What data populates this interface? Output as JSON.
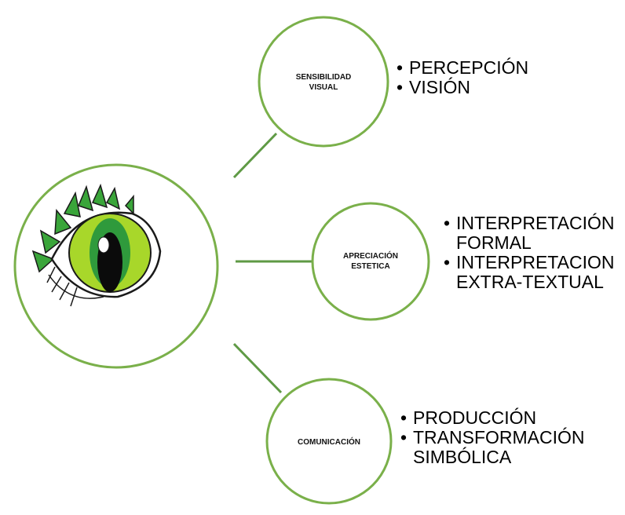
{
  "colors": {
    "circle_stroke": "#7ab04a",
    "connector": "#5f9a45",
    "eye_iris": "#a8d72a",
    "eye_iris_inner": "#2f9a3c",
    "eye_lashes": "#3aa53a"
  },
  "center": {
    "icon": "eye-icon"
  },
  "nodes": [
    {
      "id": "sensibilidad",
      "label_lines": [
        "SENSIBILIDAD",
        "VISUAL"
      ],
      "items": [
        {
          "lines": [
            "PERCEPCIÓN"
          ]
        },
        {
          "lines": [
            "VISIÓN"
          ]
        }
      ]
    },
    {
      "id": "apreciacion",
      "label_lines": [
        "APRECIACIÓN",
        "ESTETICA"
      ],
      "items": [
        {
          "lines": [
            "INTERPRETACIÓN",
            "FORMAL"
          ]
        },
        {
          "lines": [
            "INTERPRETACION",
            "EXTRA-TEXTUAL"
          ]
        }
      ]
    },
    {
      "id": "comunicacion",
      "label_lines": [
        "COMUNICACIÓN"
      ],
      "items": [
        {
          "lines": [
            "PRODUCCIÓN"
          ]
        },
        {
          "lines": [
            "TRANSFORMACIÓN",
            "SIMBÓLICA"
          ]
        }
      ]
    }
  ]
}
